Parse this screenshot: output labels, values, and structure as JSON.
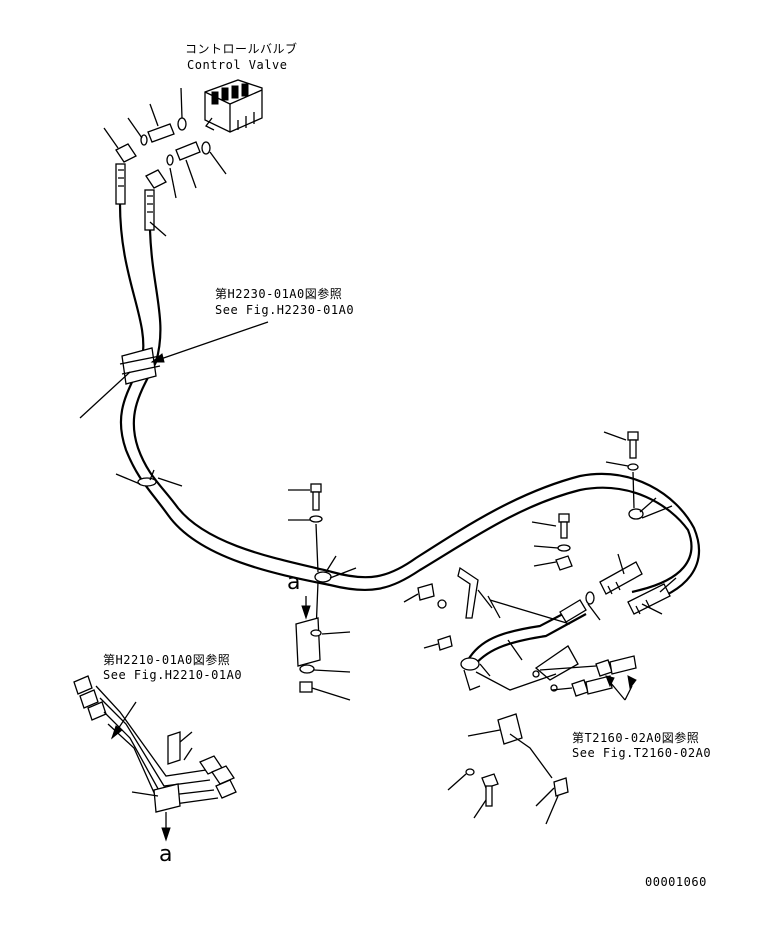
{
  "labels": {
    "control_valve_jp": "コントロールバルブ",
    "control_valve_en": "Control Valve",
    "ref1_jp": "第H2230-01A0図参照",
    "ref1_en": "See Fig.H2230-01A0",
    "ref2_jp": "第H2210-01A0図参照",
    "ref2_en": "See Fig.H2210-01A0",
    "ref3_jp": "第T2160-02A0図参照",
    "ref3_en": "See Fig.T2160-02A0",
    "marker_top": "a",
    "marker_bottom": "a",
    "drawing_number": "00001060"
  }
}
